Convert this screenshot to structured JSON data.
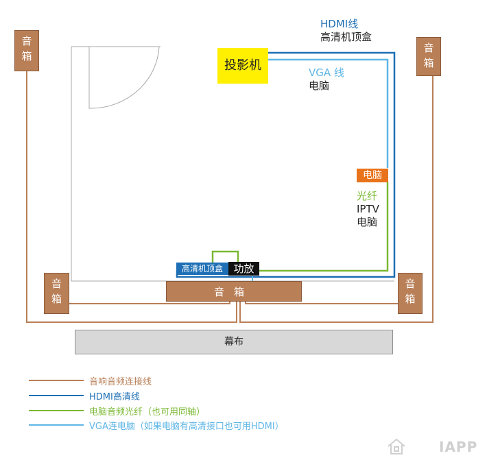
{
  "colors": {
    "audio": "#b97f57",
    "hdmi": "#1e6fb5",
    "optical": "#7ab833",
    "vga": "#5fb6e6",
    "projector_fill": "#ffef00",
    "pc_tag": "#e9731a"
  },
  "devices": {
    "projector": "投影机",
    "amplifier": "功放",
    "settop_box": "高清机顶盒",
    "pc": "电脑",
    "screen": "幕布",
    "center_speaker": "音箱",
    "speaker_top_left": [
      "音",
      "箱"
    ],
    "speaker_top_right": [
      "音",
      "箱"
    ],
    "speaker_bottom_left": [
      "音",
      "箱"
    ],
    "speaker_bottom_right": [
      "音",
      "箱"
    ]
  },
  "labels": {
    "hdmi_line": "HDMI线",
    "hdmi_source": "高清机顶盒",
    "vga_line": "VGA 线",
    "vga_source": "电脑",
    "optical_line": "光纤",
    "iptv": "IPTV",
    "optical_source": "电脑"
  },
  "legend": [
    {
      "text": "音响音频连接线",
      "color_key": "audio"
    },
    {
      "text": "HDMI高清线",
      "color_key": "hdmi"
    },
    {
      "text": "电脑音频光纤（也可用同轴）",
      "color_key": "optical"
    },
    {
      "text": "VGA连电脑（如果电脑有高清接口也可用HDMI）",
      "color_key": "vga"
    }
  ],
  "watermark": "IAPP"
}
